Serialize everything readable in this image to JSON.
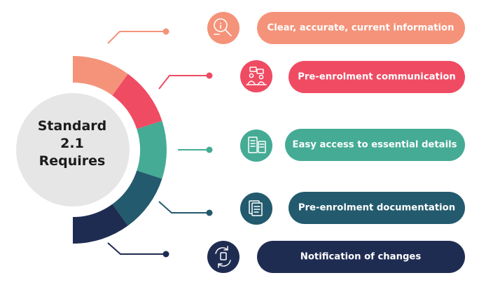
{
  "center": {
    "lines": [
      "Standard",
      "2.1",
      "Requires"
    ]
  },
  "items": [
    {
      "label": "Clear, accurate, current information",
      "color": "#f4937a",
      "icon": "magnifying-glass-info-icon"
    },
    {
      "label": "Pre-enrolment communication",
      "color": "#ef4b63",
      "icon": "conversation-people-icon"
    },
    {
      "label": "Easy access to essential details",
      "color": "#45ab95",
      "icon": "documents-files-icon"
    },
    {
      "label": "Pre-enrolment documentation",
      "color": "#235a6d",
      "icon": "paper-stack-icon"
    },
    {
      "label": "Notification of changes",
      "color": "#1f2c52",
      "icon": "refresh-document-icon"
    }
  ],
  "colors": {
    "center_circle": "#e6e6e6"
  }
}
